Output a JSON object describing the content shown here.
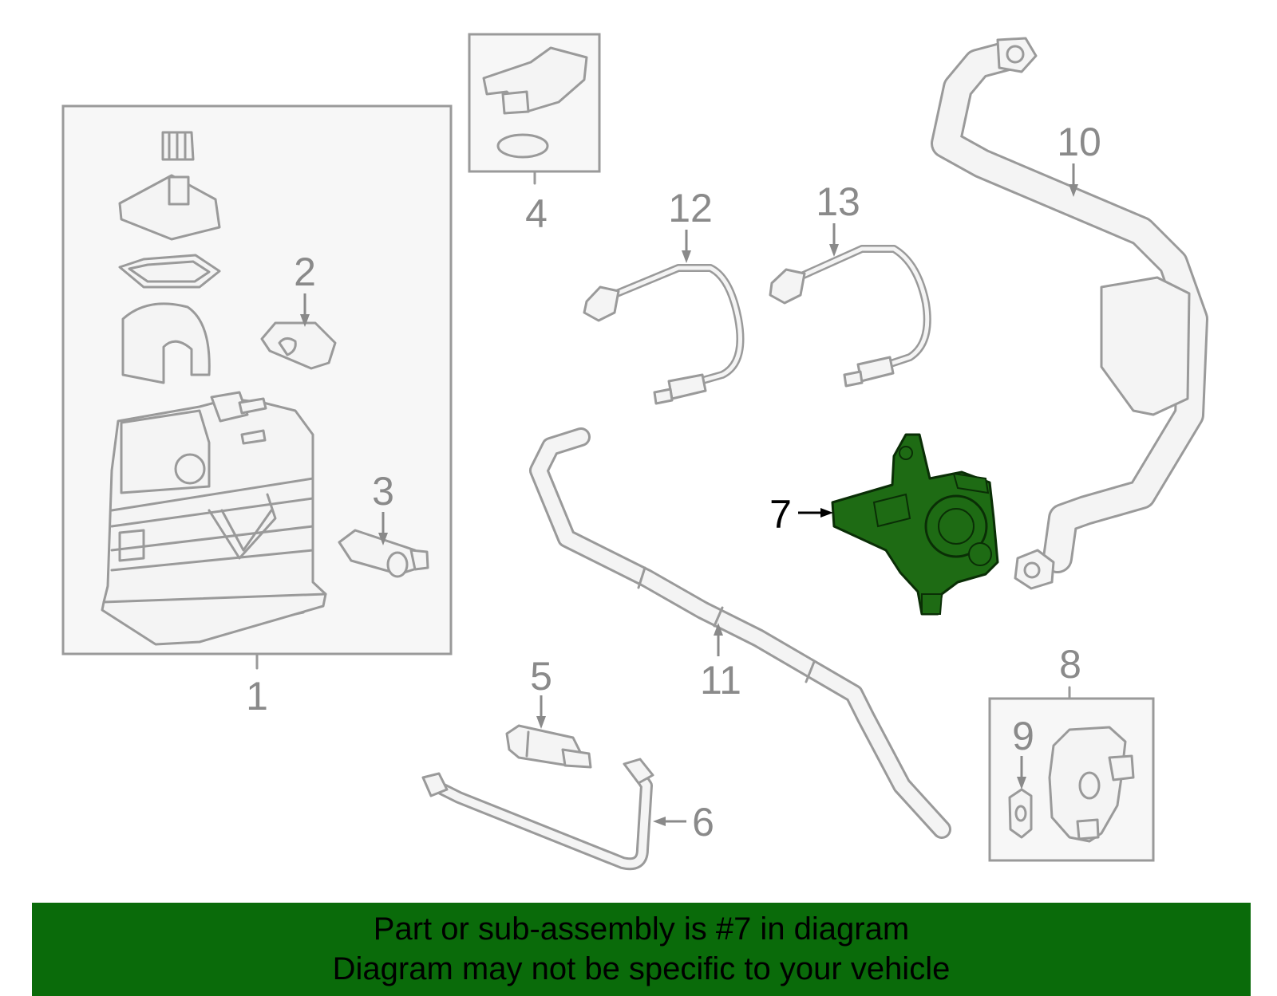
{
  "colors": {
    "highlight": "#1e6b14",
    "outline": "#9a9a9a",
    "banner": "#0a6b0a"
  },
  "diagram": {
    "callouts": {
      "c1": "1",
      "c2": "2",
      "c3": "3",
      "c4": "4",
      "c5": "5",
      "c6": "6",
      "c7": "7",
      "c8": "8",
      "c9": "9",
      "c10": "10",
      "c11": "11",
      "c12": "12",
      "c13": "13"
    },
    "highlighted_part": "7"
  },
  "banner": {
    "line1": "Part or sub-assembly is #7 in diagram",
    "line2": "Diagram may not be specific to your vehicle"
  }
}
